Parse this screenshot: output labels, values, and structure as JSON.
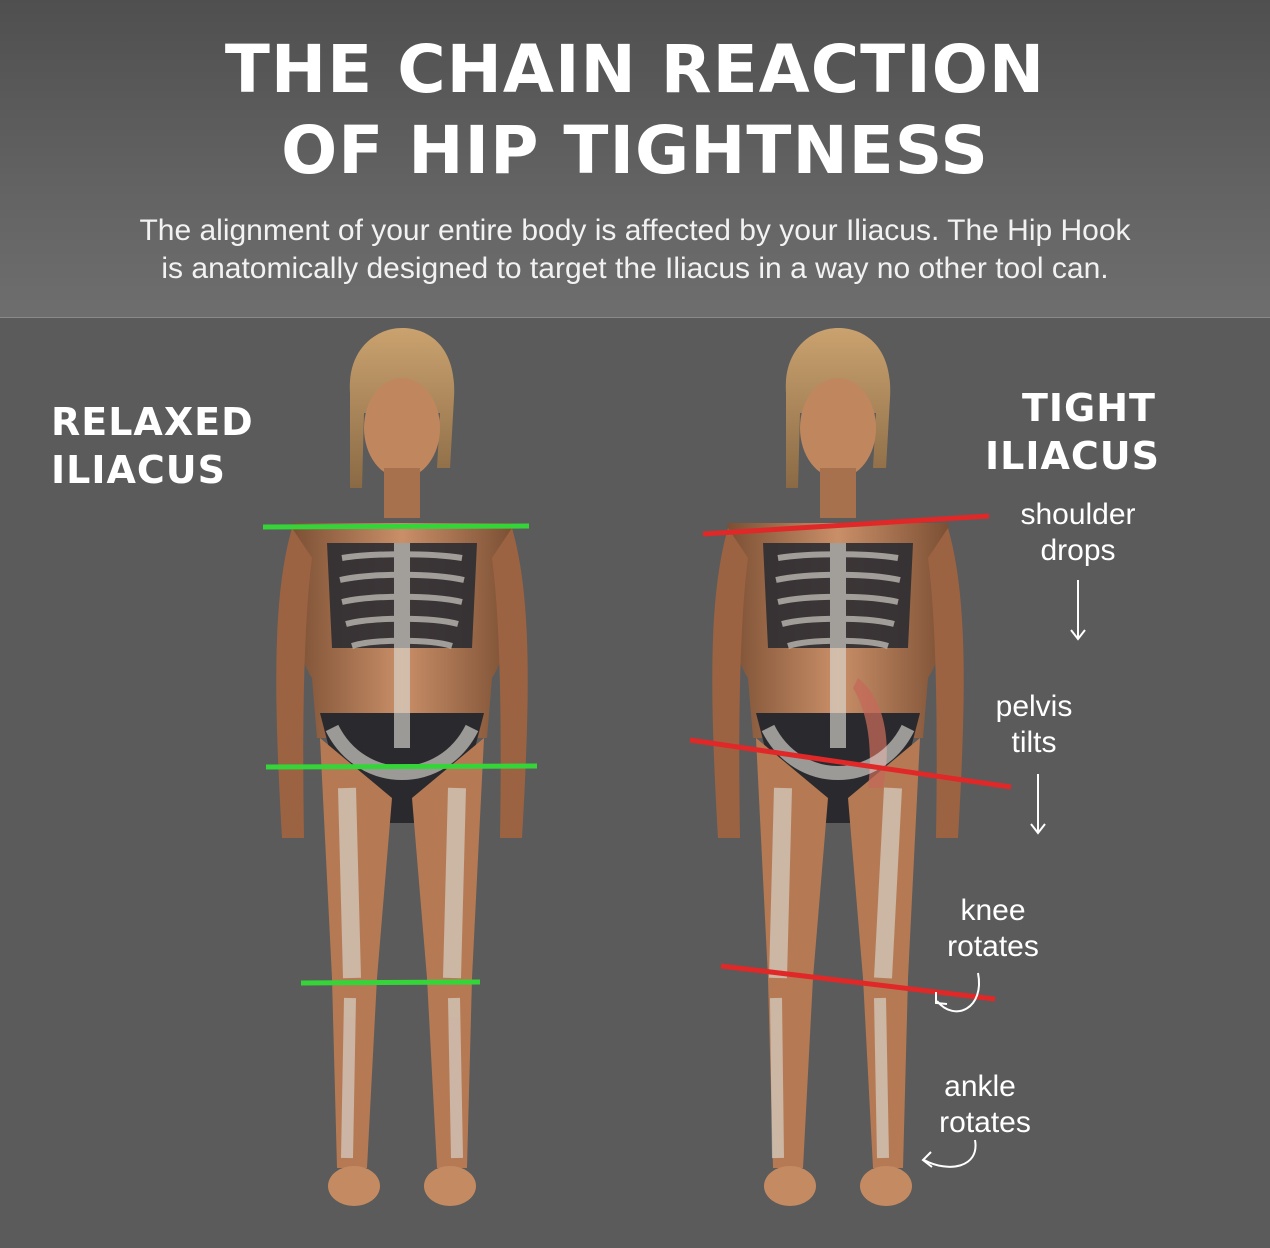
{
  "header": {
    "title_line1": "THE CHAIN REACTION",
    "title_line2": "OF HIP TIGHTNESS",
    "subtitle_line1": "The alignment of your entire body is affected by your Iliacus. The Hip Hook",
    "subtitle_line2": "is anatomically designed to target the Iliacus in a way no other tool can."
  },
  "left_panel": {
    "heading_line1": "RELAXED",
    "heading_line2": "ILIACUS",
    "line_color": "#35d53a"
  },
  "right_panel": {
    "heading_line1": "TIGHT",
    "heading_line2": "ILIACUS",
    "line_color": "#e02828",
    "annotations": {
      "shoulder_line1": "shoulder",
      "shoulder_line2": "drops",
      "pelvis_line1": "pelvis",
      "pelvis_line2": "tilts",
      "knee_line1": "knee",
      "knee_line2": "rotates",
      "ankle_line1": "ankle",
      "ankle_line2": "rotates"
    }
  },
  "icons": {
    "down_arrow": "arrow-down-icon",
    "curved_arrow": "curved-arrow-icon"
  }
}
